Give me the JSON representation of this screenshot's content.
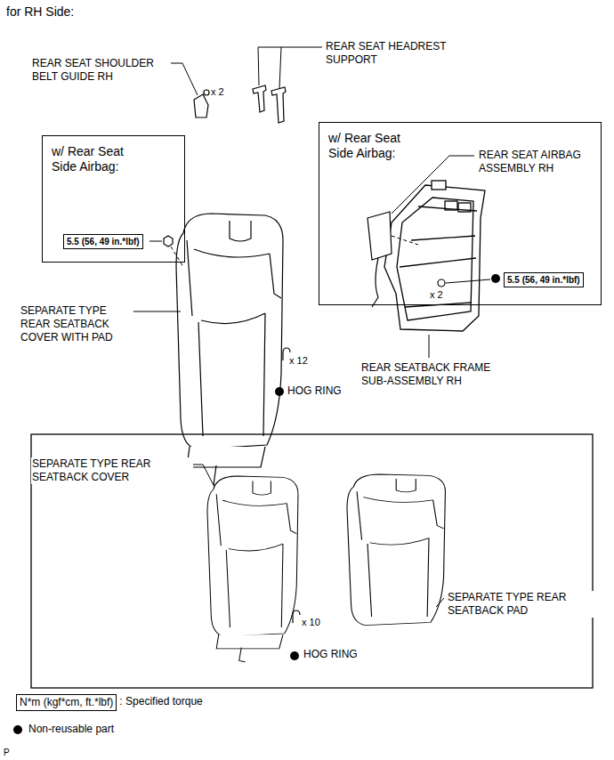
{
  "diagram": {
    "nodes": [
      {
        "text": [
          "w/ Rear Seat Side Airbag:"
        ]
      },
      {
        "text": [
          "5.5 (56, 49 in.*lbf)"
        ],
        "in": 0
      },
      {
        "text": [
          "w/ Rear Seat Side Airbag:"
        ]
      },
      {
        "text": [
          "5.5 (56, 49 in.*lbf)"
        ],
        "in": 2
      },
      {
        "text": [
          "N*m (kgf*cm, ft.*lbf)"
        ]
      }
    ],
    "labels": [
      "for RH Side:",
      "REAR SEAT SHOULDER BELT GUIDE RH",
      "x 2",
      "REAR SEAT HEADREST SUPPORT",
      "REAR SEAT AIRBAG ASSEMBLY RH",
      "x 2",
      "SEPARATE TYPE REAR SEATBACK COVER WITH PAD",
      "x 12",
      "HOG RING",
      "REAR SEATBACK FRAME SUB-ASSEMBLY RH",
      "SEPARATE TYPE REAR SEATBACK COVER",
      "SEPARATE TYPE REAR SEATBACK PAD",
      "x 10",
      "HOG RING",
      ": Specified torque",
      "P"
    ],
    "legend": [
      {
        "text": "Non-reusable part"
      }
    ]
  }
}
